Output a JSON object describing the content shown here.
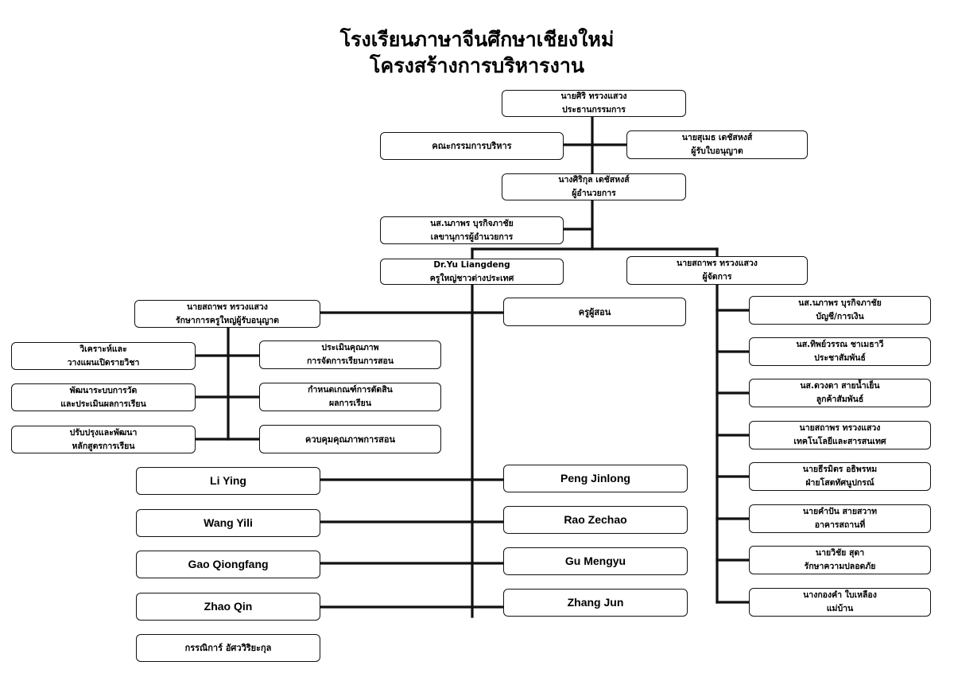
{
  "title": {
    "line1": "โรงเรียนภาษาจีนศึกษาเชียงใหม่",
    "line2": "โครงสร้างการบริหารงาน"
  },
  "nodes": {
    "chairman": {
      "line1": "นายศิริ  ทรวงแสวง",
      "line2": "ประธานกรรมการ"
    },
    "exec_committee": {
      "line1": "คณะกรรมการบริหาร"
    },
    "licensee": {
      "line1": "นายสุเมธ  เดชัสหงส์",
      "line2": "ผู้รับใบอนุญาต"
    },
    "director": {
      "line1": "นางศิริกุล  เดชัสหงส์",
      "line2": "ผู้อำนวยการ"
    },
    "secretary": {
      "line1": "นส.นภาพร  บุรกิจภาชัย",
      "line2": "เลขานุการผู้อำนวยการ"
    },
    "dr_yu": {
      "line1": "Dr.Yu Liangdeng",
      "line2": "ครูใหญ่ชาวต่างประเทศ"
    },
    "manager": {
      "line1": "นายสถาพร  ทรวงแสวง",
      "line2": "ผู้จัดการ"
    },
    "acting_principal": {
      "line1": "นายสถาพร  ทรวงแสวง",
      "line2": "รักษาการครูใหญ่ผู้รับอนุญาต"
    },
    "teachers": {
      "line1": "ครูผู้สอน"
    },
    "analyze": {
      "line1": "วิเคราะห์และ",
      "line2": "วางแผนเปิดรายวิชา"
    },
    "develop_eval": {
      "line1": "พัฒนาระบบการวัด",
      "line2": "และประเมินผลการเรียน"
    },
    "improve_curriculum": {
      "line1": "ปรับปรุงและพัฒนา",
      "line2": "หลักสูตรการเรียน"
    },
    "assess_quality": {
      "line1": "ประเมินคุณภาพ",
      "line2": "การจัดการเรียนการสอน"
    },
    "criteria": {
      "line1": "กำหนดเกณฑ์การตัดสิน",
      "line2": "ผลการเรียน"
    },
    "control_quality": {
      "line1": "ควบคุมคุณภาพการสอน"
    },
    "li_ying": {
      "line1": "Li Ying"
    },
    "wang_yili": {
      "line1": "Wang Yili"
    },
    "gao_qiongfang": {
      "line1": "Gao Qiongfang"
    },
    "zhao_qin": {
      "line1": "Zhao Qin"
    },
    "kannika": {
      "line1": "กรรณิการ์ อัศววิริยะกุล"
    },
    "peng_jinlong": {
      "line1": "Peng Jinlong"
    },
    "rao_zechao": {
      "line1": "Rao Zechao"
    },
    "gu_mengyu": {
      "line1": "Gu Mengyu"
    },
    "zhang_jun": {
      "line1": "Zhang Jun"
    },
    "accounting": {
      "line1": "นส.นภาพร  บุรกิจภาชัย",
      "line2": "บัญชี/การเงิน"
    },
    "pr": {
      "line1": "นส.ทิพย์วรรณ ชาเมธาวี",
      "line2": "ประชาสัมพันธ์"
    },
    "customer_relations": {
      "line1": "นส.ดวงดา สายน้ำเย็น",
      "line2": "ลูกค้าสัมพันธ์"
    },
    "it": {
      "line1": "นายสถาพร  ทรวงแสวง",
      "line2": "เทคโนโลยีและสารสนเทศ"
    },
    "audio_visual": {
      "line1": "นายธีรมิตร อธิพรหม",
      "line2": "ฝ่ายโสตทัศนูปกรณ์"
    },
    "building": {
      "line1": "นายคำปัน สายสวาท",
      "line2": "อาคารสถานที่"
    },
    "security": {
      "line1": "นายวิชัย สุดา",
      "line2": "รักษาความปลอดภัย"
    },
    "housekeeper": {
      "line1": "นางกองคำ ใบเหลือง",
      "line2": "แม่บ้าน"
    }
  }
}
